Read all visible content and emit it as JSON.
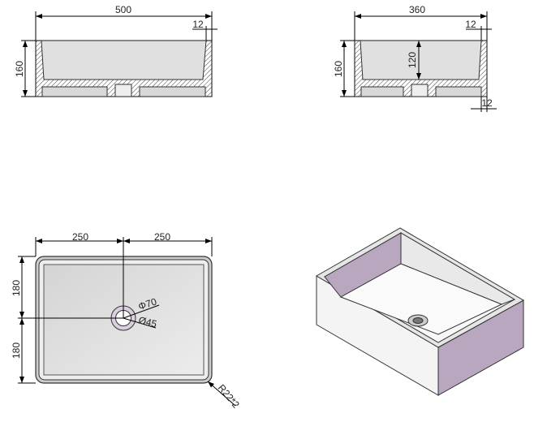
{
  "front_section": {
    "width": "500",
    "height": "160",
    "wall": "12"
  },
  "side_section": {
    "width": "360",
    "height": "160",
    "depth": "120",
    "wall_top": "12",
    "wall_bottom": "12"
  },
  "top_view": {
    "half_width_left": "250",
    "half_width_right": "250",
    "half_depth_top": "180",
    "half_depth_bottom": "180",
    "drain_outer": "Φ70",
    "drain_inner": "Ø45",
    "corner_radius": "R22*2"
  },
  "colors": {
    "accent": "#b9a6bf",
    "fill": "#e2e2e2",
    "line": "#000000"
  }
}
